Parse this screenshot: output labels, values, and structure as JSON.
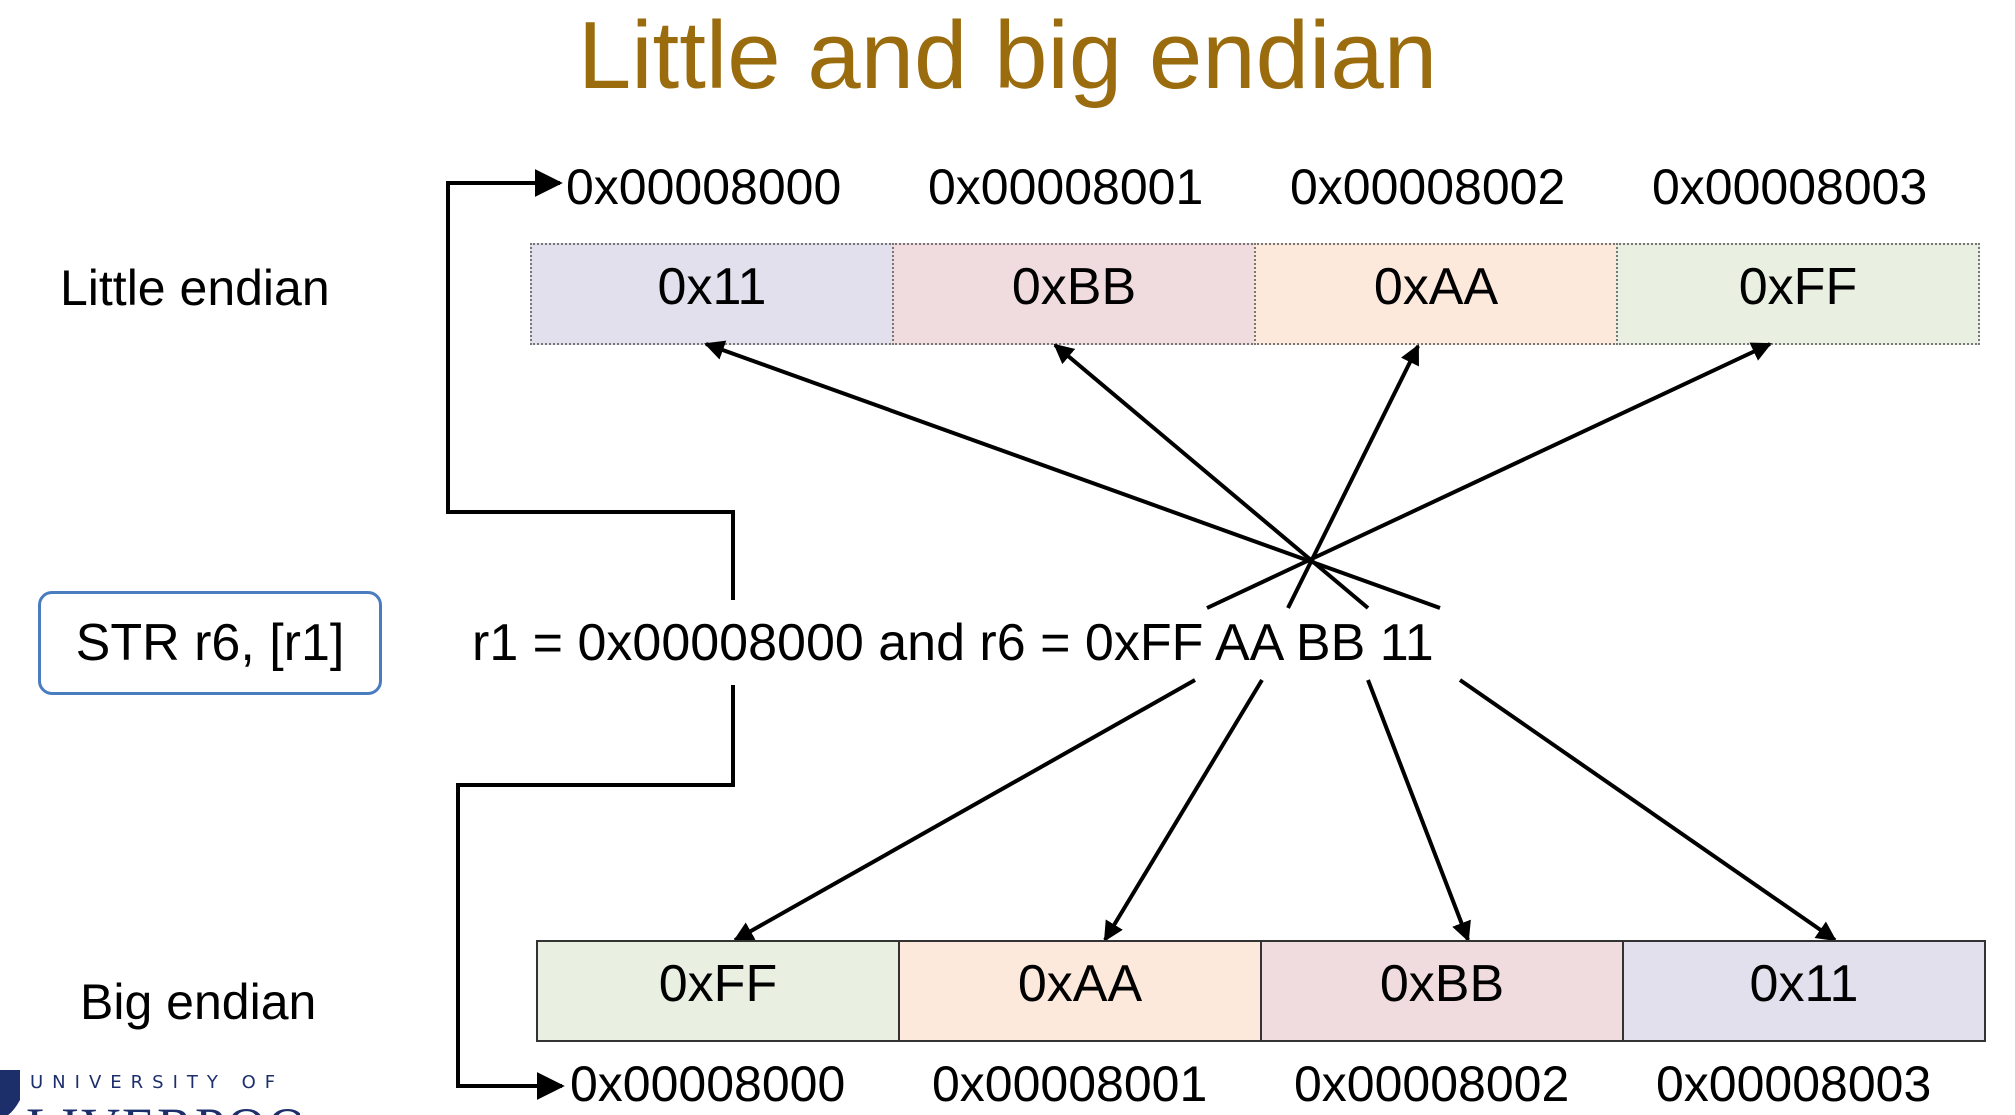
{
  "title": "Little and big endian",
  "instruction": "STR r6, [r1]",
  "formula": "r1 = 0x00008000 and r6 = 0xFF AA BB 11",
  "little_endian": {
    "label": "Little endian",
    "addresses": [
      "0x00008000",
      "0x00008001",
      "0x00008002",
      "0x00008003"
    ],
    "bytes": [
      "0x11",
      "0xBB",
      "0xAA",
      "0xFF"
    ]
  },
  "big_endian": {
    "label": "Big endian",
    "addresses": [
      "0x00008000",
      "0x00008001",
      "0x00008002",
      "0x00008003"
    ],
    "bytes": [
      "0xFF",
      "0xAA",
      "0xBB",
      "0x11"
    ]
  },
  "colors": {
    "title": "#9a6c0d",
    "byte_11": "#e3e0ee",
    "byte_BB": "#f0dcdf",
    "byte_AA": "#fde9dc",
    "byte_FF": "#e9efe1",
    "instruction_border": "#4a7dc0"
  },
  "logo": {
    "line1": "UNIVERSITY OF",
    "line2": "LIVERPOOL"
  }
}
